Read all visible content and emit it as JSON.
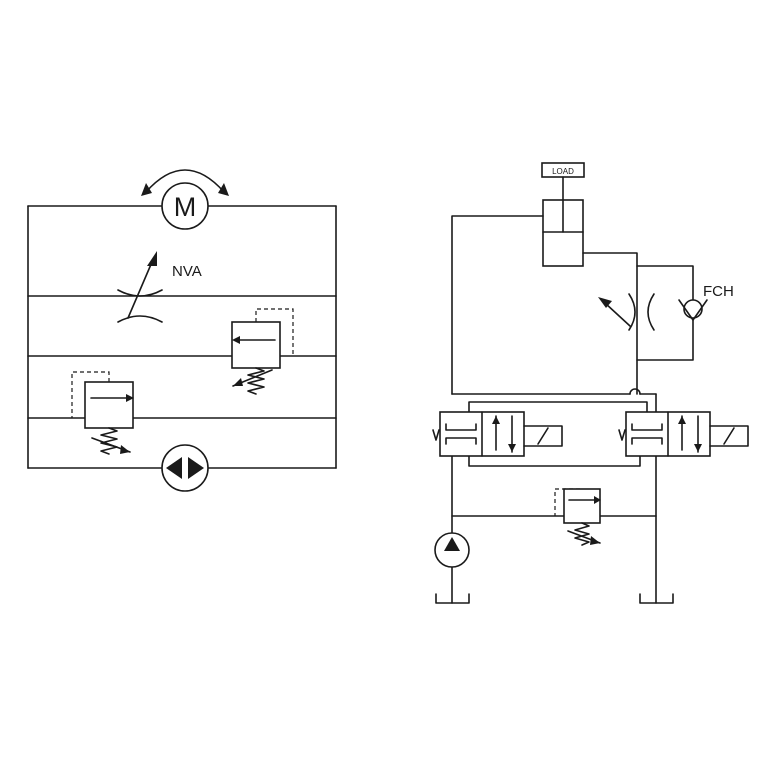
{
  "diagram": {
    "left_circuit": {
      "motor_symbol": "M",
      "valve_label": "NVA",
      "components": [
        "motor",
        "needle-valve",
        "relief-valve-upper",
        "relief-valve-lower",
        "pump"
      ]
    },
    "right_circuit": {
      "load_label": "LOAD",
      "check_label": "FCH",
      "components": [
        "load",
        "cylinder",
        "flow-control-valve",
        "check-valve",
        "directional-valve-left",
        "directional-valve-right",
        "relief-valve",
        "pump",
        "tank-left",
        "tank-right"
      ]
    }
  }
}
